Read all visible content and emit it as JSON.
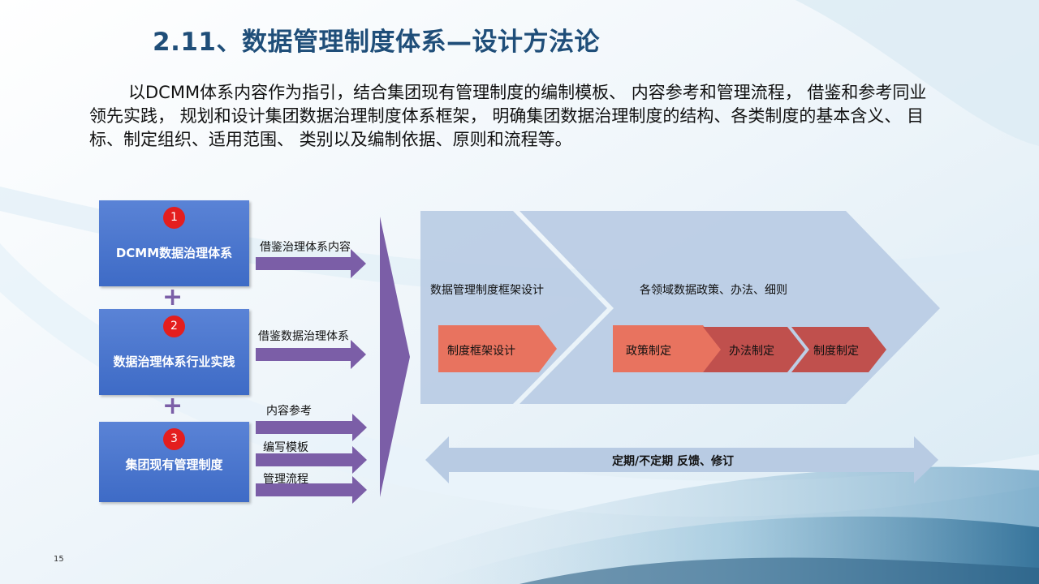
{
  "title": "2.11、数据管理制度体系—设计方法论",
  "intro": "以DCMM体系内容作为指引，结合集团现有管理制度的编制模板、 内容参考和管理流程， 借鉴和参考同业领先实践， 规划和设计集团数据治理制度体系框架， 明确集团数据治理制度的结构、各类制度的基本含义、 目标、制定组织、适用范围、 类别以及编制依据、原则和流程等。",
  "sources": [
    {
      "number": "1",
      "label": "DCMM数据治理体系"
    },
    {
      "number": "2",
      "label": "数据治理体系行业实践"
    },
    {
      "number": "3",
      "label": "集团现有管理制度"
    }
  ],
  "plus": "+",
  "arrow_labels": {
    "a1": "借鉴治理体系内容",
    "a2": "借鉴数据治理体系",
    "a3": "内容参考",
    "a4": "编写模板",
    "a5": "管理流程"
  },
  "framework": {
    "left_heading": "数据管理制度框架设计",
    "right_heading": "各领域数据政策、办法、细则",
    "step_framework": "制度框架设计",
    "step_policy": "政策制定",
    "step_method": "办法制定",
    "step_rule": "制度制定"
  },
  "feedback": "定期/不定期 反馈、修订",
  "page_number": "15",
  "colors": {
    "title": "#1f4e79",
    "source_box": "#4472c4",
    "badge": "#e41e1e",
    "arrow_purple": "#7b5ea7",
    "chevron_light": "#b8cbe3",
    "step_light": "#e8735f",
    "step_dark": "#c0504d"
  }
}
